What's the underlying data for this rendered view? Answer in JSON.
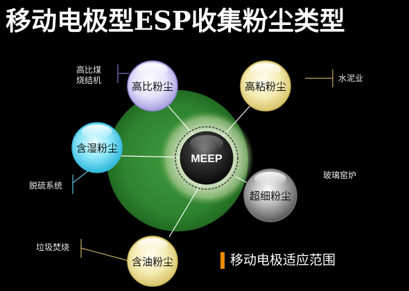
{
  "title": "移动电极型ESP收集粉尘类型",
  "center": "MEEP",
  "nodes": {
    "high_resistivity": "高比粉尘",
    "high_viscosity": "高粘粉尘",
    "wet": "含湿粉尘",
    "ultrafine": "超细粉尘",
    "oily": "含油粉尘"
  },
  "labels": {
    "coal_line1": "高比煤",
    "coal_line2": "烧结机",
    "cement": "水泥业",
    "desulfurization": "脱硫系统",
    "glass": "玻璃窑炉",
    "incineration": "垃圾焚烧"
  },
  "legend": {
    "text": "移动电极适应范围",
    "color": "#f08a00"
  },
  "colors": {
    "green_zone": "#2e7d2e",
    "purple_node": "#c9c3f2",
    "yellow_node": "#f1e7a0",
    "cyan_node": "#7fe3f7",
    "gray_node": "#9a9a9a",
    "center_node": "#2a2a2a",
    "accent": "#f08a00"
  }
}
